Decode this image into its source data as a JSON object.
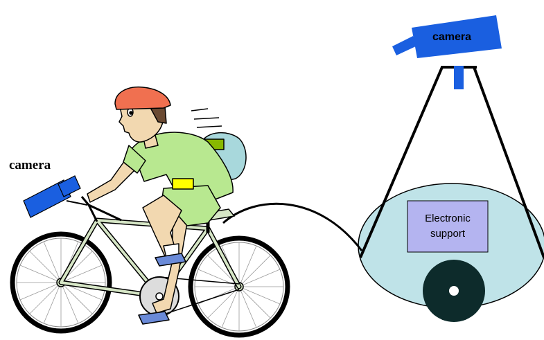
{
  "labels": {
    "bike_camera": "camera",
    "tripod_camera": "camera",
    "support_line1": "Electronic",
    "support_line2": "support"
  },
  "colors": {
    "camera_blue": "#1a5fe0",
    "cart_fill": "#bfe3e8",
    "support_box": "#b4b4f0",
    "wheel": "#0d2b2b",
    "bike_frame": "#d6e6c6",
    "shirt": "#b8e890",
    "helmet": "#f07050",
    "backpack": "#a8d8dc",
    "sensor_green": "#88b800",
    "sensor_yellow": "#ffff00"
  }
}
